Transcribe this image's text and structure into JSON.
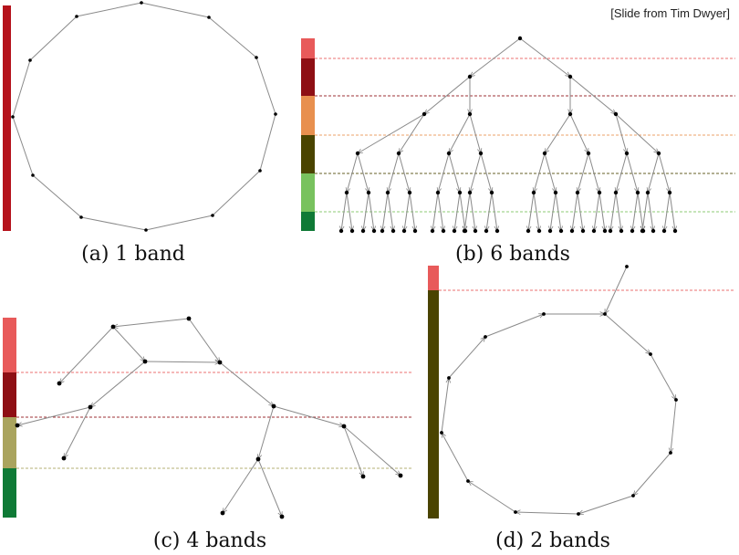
{
  "credit": "[Slide from Tim Dwyer]",
  "colors": {
    "band_red": "#b5121b",
    "band_light_red": "#e85a5a",
    "band_dark_red": "#8e0f14",
    "band_orange": "#e8904f",
    "band_olive_dark": "#4a4400",
    "band_light_green": "#78c25e",
    "band_green": "#0f7a36",
    "band_khaki": "#aaa45e",
    "edge": "#8a8a8a",
    "node": "#000000"
  },
  "panels": [
    {
      "id": "a",
      "caption": "(a)  1 band",
      "bands": [
        "band_red"
      ]
    },
    {
      "id": "b",
      "caption": "(b)  6 bands",
      "bands": [
        "band_light_red",
        "band_dark_red",
        "band_orange",
        "band_olive_dark",
        "band_light_green",
        "band_green"
      ]
    },
    {
      "id": "c",
      "caption": "(c)  4 bands",
      "bands": [
        "band_light_red",
        "band_dark_red",
        "band_khaki",
        "band_green"
      ]
    },
    {
      "id": "d",
      "caption": "(d)  2 bands",
      "bands": [
        "band_light_red",
        "band_olive_dark"
      ]
    }
  ]
}
